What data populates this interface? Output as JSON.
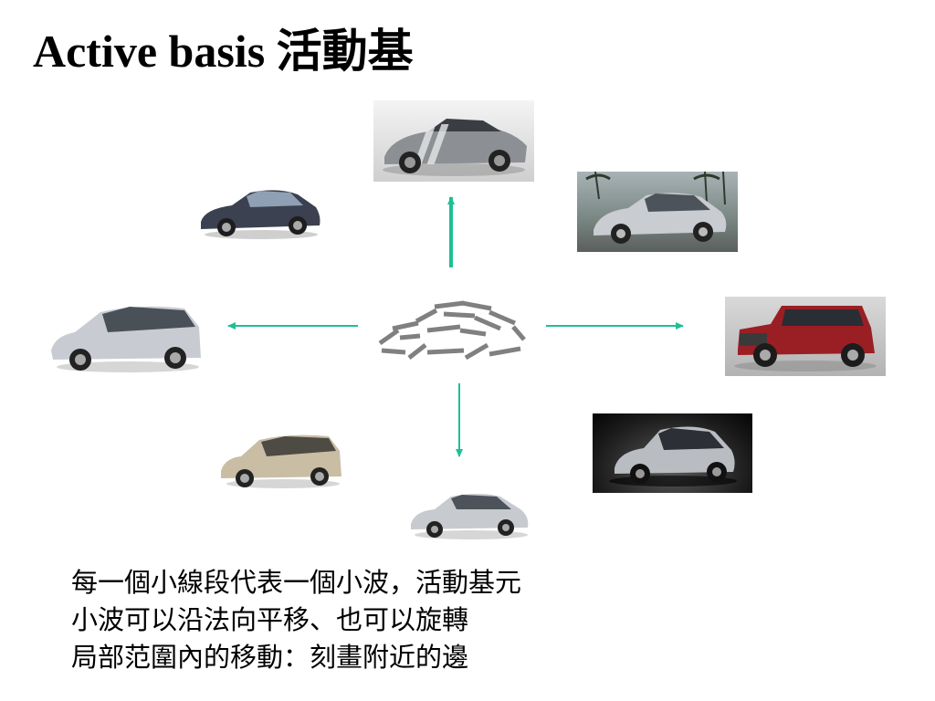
{
  "slide": {
    "title": "Active basis 活動基",
    "caption": [
      "每一個小線段代表一個小波，活動基元",
      "小波可以沿法向平移、也可以旋轉",
      "局部范圍內的移動：刻畫附近的邊"
    ]
  },
  "images": [
    {
      "name": "car-photo-sports-car",
      "description": "silver sports car with stripes"
    },
    {
      "name": "car-photo-dark-sedan",
      "description": "dark sedan"
    },
    {
      "name": "car-photo-silver-sedan-palms",
      "description": "silver sedan with palm trees"
    },
    {
      "name": "car-photo-silver-minivan",
      "description": "silver minivan"
    },
    {
      "name": "car-photo-active-basis-sketch",
      "description": "gray wavelet sketch of a car"
    },
    {
      "name": "car-photo-red-suv",
      "description": "red suv"
    },
    {
      "name": "car-photo-champagne-minivan",
      "description": "champagne minivan"
    },
    {
      "name": "car-photo-silver-hatchback-dark",
      "description": "silver hatchback on dark background"
    },
    {
      "name": "car-photo-silver-compact-sedan",
      "description": "silver compact sedan"
    }
  ],
  "colors": {
    "arrow": "#1fbf94",
    "text": "#000000"
  }
}
